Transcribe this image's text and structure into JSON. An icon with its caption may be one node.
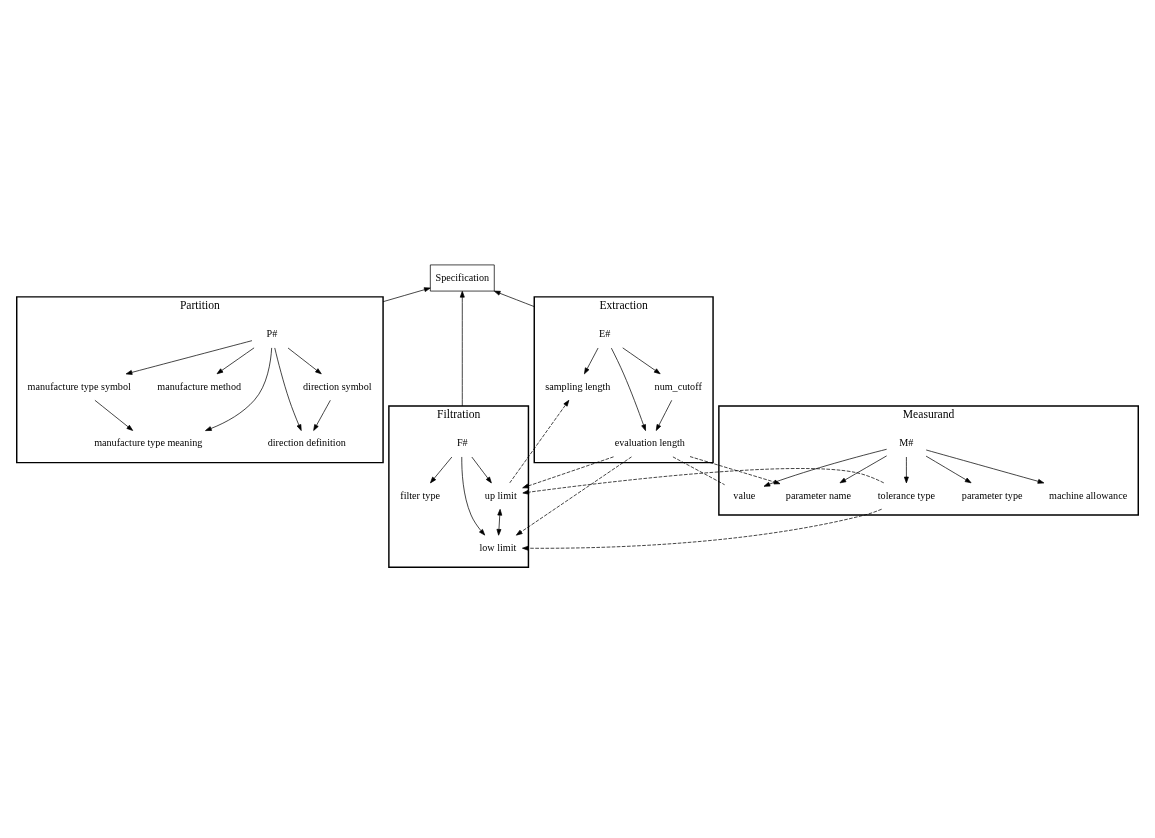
{
  "diagram": {
    "nodes": [
      {
        "text": [
          "Specification"
        ]
      },
      {
        "text": [
          "Partition"
        ]
      },
      {
        "text": [
          "P#"
        ],
        "in": 1
      },
      {
        "text": [
          "direction symbol"
        ],
        "in": 1
      },
      {
        "text": [
          "direction definition"
        ],
        "in": 1
      },
      {
        "text": [
          "manufacture type symbol"
        ],
        "in": 1
      },
      {
        "text": [
          "manufacture type meaning"
        ],
        "in": 1
      },
      {
        "text": [
          "manufacture method"
        ],
        "in": 1
      },
      {
        "text": [
          "Extraction"
        ]
      },
      {
        "text": [
          "E#"
        ],
        "in": 8
      },
      {
        "text": [
          "num_cutoff"
        ],
        "in": 8
      },
      {
        "text": [
          "sampling length"
        ],
        "in": 8
      },
      {
        "text": [
          "evaluation length"
        ],
        "in": 8
      },
      {
        "text": [
          "Filtration"
        ]
      },
      {
        "text": [
          "F#"
        ],
        "in": 13
      },
      {
        "text": [
          "filter type"
        ],
        "in": 13
      },
      {
        "text": [
          "up limit"
        ],
        "in": 13
      },
      {
        "text": [
          "low limit"
        ],
        "in": 13
      },
      {
        "text": [
          "Measurand"
        ]
      },
      {
        "text": [
          "M#"
        ],
        "in": 18
      },
      {
        "text": [
          "tolerance type"
        ],
        "in": 18
      },
      {
        "text": [
          "parameter type"
        ],
        "in": 18
      },
      {
        "text": [
          "parameter name"
        ],
        "in": 18
      },
      {
        "text": [
          "value"
        ],
        "in": 18
      },
      {
        "text": [
          "machine allowance"
        ],
        "in": 18
      }
    ],
    "edges": [
      {
        "from": 1,
        "to": 0,
        "arrow": "to"
      },
      {
        "from": 8,
        "to": 0,
        "arrow": "to"
      },
      {
        "from": 13,
        "to": 0,
        "arrow": "to"
      },
      {
        "from": 2,
        "to": 3,
        "arrow": "to"
      },
      {
        "from": 2,
        "to": 4,
        "arrow": "to"
      },
      {
        "from": 2,
        "to": 5,
        "arrow": "to"
      },
      {
        "from": 2,
        "to": 6,
        "arrow": "to"
      },
      {
        "from": 2,
        "to": 7,
        "arrow": "to"
      },
      {
        "from": 3,
        "to": 4,
        "arrow": "to"
      },
      {
        "from": 5,
        "to": 6,
        "arrow": "to"
      },
      {
        "from": 9,
        "to": 10,
        "arrow": "to"
      },
      {
        "from": 9,
        "to": 11,
        "arrow": "to"
      },
      {
        "from": 9,
        "to": 12,
        "arrow": "to"
      },
      {
        "from": 10,
        "to": 12,
        "arrow": "to"
      },
      {
        "from": 14,
        "to": 15,
        "arrow": "to"
      },
      {
        "from": 14,
        "to": 16,
        "arrow": "to"
      },
      {
        "from": 14,
        "to": 17,
        "arrow": "to"
      },
      {
        "from": 16,
        "to": 17,
        "arrow": "both"
      },
      {
        "from": 16,
        "to": 11,
        "arrow": "to",
        "style": "dashed"
      },
      {
        "from": 12,
        "to": 16,
        "arrow": "to",
        "style": "dashed"
      },
      {
        "from": 12,
        "to": 17,
        "arrow": "to",
        "style": "dashed"
      },
      {
        "from": 19,
        "to": 20,
        "arrow": "to"
      },
      {
        "from": 19,
        "to": 21,
        "arrow": "to"
      },
      {
        "from": 19,
        "to": 22,
        "arrow": "to"
      },
      {
        "from": 19,
        "to": 23,
        "arrow": "to"
      },
      {
        "from": 19,
        "to": 24,
        "arrow": "to"
      },
      {
        "from": 12,
        "to": 22,
        "arrow": "to",
        "style": "dashed"
      },
      {
        "from": 12,
        "to": 23,
        "arrow": "none",
        "style": "dashed"
      },
      {
        "from": 20,
        "to": 17,
        "arrow": "to",
        "style": "dashed"
      },
      {
        "from": 20,
        "to": 16,
        "arrow": "to",
        "style": "dashed"
      }
    ]
  }
}
